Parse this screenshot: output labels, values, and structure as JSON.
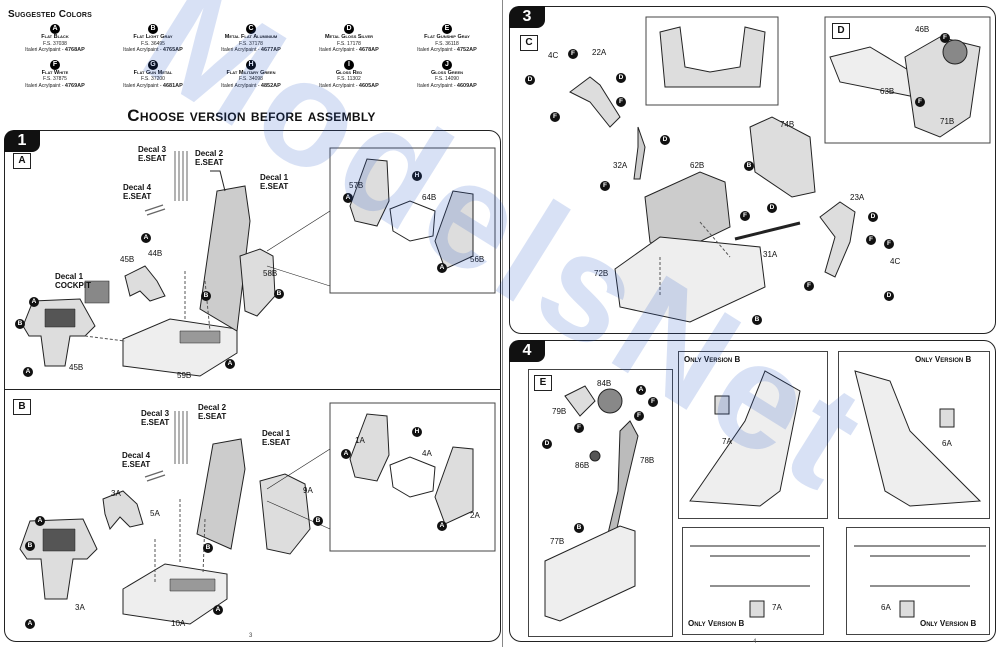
{
  "colors": {
    "title": "Suggested Colors",
    "items": [
      {
        "letter": "A",
        "name": "Flat Black",
        "fs": "F.S. 37038",
        "italeri": "4768AP"
      },
      {
        "letter": "B",
        "name": "Flat Light Gray",
        "fs": "F.S. 36495",
        "italeri": "4765AP"
      },
      {
        "letter": "C",
        "name": "Metal Flat Aluminium",
        "fs": "F.S. 37178",
        "italeri": "4677AP"
      },
      {
        "letter": "D",
        "name": "Metal Gloss Silver",
        "fs": "F.S. 17178",
        "italeri": "4678AP"
      },
      {
        "letter": "E",
        "name": "Flat Gunship Gray",
        "fs": "F.S. 36118",
        "italeri": "4752AP"
      },
      {
        "letter": "F",
        "name": "Flat White",
        "fs": "F.S. 37875",
        "italeri": "4769AP"
      },
      {
        "letter": "G",
        "name": "Flat Gun Metal",
        "fs": "F.S. 37200",
        "italeri": "4681AP"
      },
      {
        "letter": "H",
        "name": "Flat Military Green",
        "fs": "F.S. 34098",
        "italeri": "4852AP"
      },
      {
        "letter": "I",
        "name": "Gloss Red",
        "fs": "F.S. 11302",
        "italeri": "4605AP"
      },
      {
        "letter": "J",
        "name": "Gloss Green",
        "fs": "F.S. 14090",
        "italeri": "4609AP"
      }
    ],
    "italeri_prefix": "Italeri Acrylpaint -"
  },
  "heading": "Choose version before assembly",
  "step1": {
    "number": "1",
    "sub_a": {
      "label": "A",
      "decal3": "Decal 3",
      "eseat3": "E.SEAT",
      "decal2": "Decal 2",
      "eseat2": "E.SEAT",
      "decal1": "Decal 1",
      "eseat1": "E.SEAT",
      "decal4": "Decal 4",
      "eseat4": "E.SEAT",
      "decal_cockpit": "Decal 1",
      "cockpit": "COCKPIT",
      "parts": [
        "57B",
        "64B",
        "56B",
        "58B",
        "44B",
        "45B",
        "59B",
        "45B"
      ]
    },
    "sub_b": {
      "label": "B",
      "decal3": "Decal 3",
      "eseat3": "E.SEAT",
      "decal2": "Decal 2",
      "eseat2": "E.SEAT",
      "decal1": "Decal 1",
      "eseat1": "E.SEAT",
      "decal4": "Decal 4",
      "eseat4": "E.SEAT",
      "parts": [
        "1A",
        "4A",
        "2A",
        "9A",
        "3A",
        "5A",
        "10A",
        "3A"
      ]
    },
    "page_num": "3"
  },
  "step3": {
    "number": "3",
    "inset_c": "C",
    "inset_d": "D",
    "parts": [
      "4C",
      "22A",
      "32A",
      "62B",
      "74B",
      "72B",
      "31A",
      "23A",
      "4C",
      "46B",
      "63B",
      "71B"
    ]
  },
  "step4": {
    "number": "4",
    "inset_e": "E",
    "only_version": "Only Version B",
    "parts": [
      "84B",
      "79B",
      "86B",
      "78B",
      "77B",
      "7A",
      "6A",
      "7A",
      "6A"
    ],
    "page_num": "4"
  },
  "watermark": "ModelsNet"
}
